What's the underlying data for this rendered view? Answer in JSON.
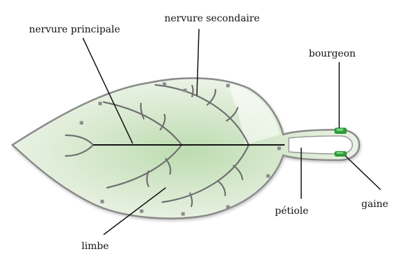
{
  "diagram": {
    "labels": {
      "principal_vein": "nervure principale",
      "secondary_vein": "nervure secondaire",
      "bud": "bourgeon",
      "sheath": "gaine",
      "petiole": "pétiole",
      "blade": "limbe"
    },
    "colors": {
      "background": "#ffffff",
      "leaf_fill_center": "#bcdcb0",
      "leaf_fill_edge": "#f3f8f0",
      "leaf_outline": "#8a8a8a",
      "vein": "#6f6f6f",
      "main_vein": "#111111",
      "bud_green": "#2f9a3a",
      "leader_line": "#111111"
    }
  }
}
